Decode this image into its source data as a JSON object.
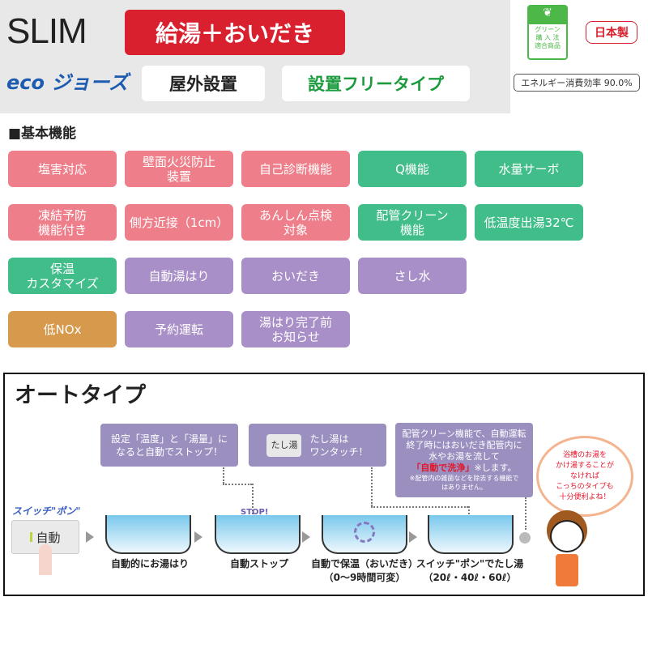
{
  "header": {
    "model": "SLIM",
    "main_badge": "給湯＋おいだき",
    "eco_logo": "eco ジョーズ",
    "install": "屋外設置",
    "free_type_prefix": "設置",
    "free_type_suffix": "フリータイプ",
    "green_label": "グリーン\n購 入 法\n適合商品",
    "made_in": "日本製",
    "efficiency": "エネルギー消費効率 90.0%"
  },
  "features": {
    "title": "■基本機能",
    "items": [
      {
        "label": "塩害対応",
        "color": "pink"
      },
      {
        "label": "壁面火災防止\n装置",
        "color": "pink"
      },
      {
        "label": "自己診断機能",
        "color": "pink"
      },
      {
        "label": "Q機能",
        "color": "green"
      },
      {
        "label": "水量サーボ",
        "color": "green"
      },
      {
        "label": "凍結予防\n機能付き",
        "color": "pink"
      },
      {
        "label": "側方近接（1cm）",
        "color": "pink"
      },
      {
        "label": "あんしん点検\n対象",
        "color": "pink"
      },
      {
        "label": "配管クリーン\n機能",
        "color": "green"
      },
      {
        "label": "低温度出湯32℃",
        "color": "green"
      },
      {
        "label": "保温\nカスタマイズ",
        "color": "green"
      },
      {
        "label": "自動湯はり",
        "color": "purple"
      },
      {
        "label": "おいだき",
        "color": "purple"
      },
      {
        "label": "さし水",
        "color": "purple"
      },
      {
        "label": "低NOx",
        "color": "orange"
      },
      {
        "label": "予約運転",
        "color": "purple"
      },
      {
        "label": "湯はり完了前\nお知らせ",
        "color": "purple"
      }
    ]
  },
  "auto": {
    "title": "オートタイプ",
    "switch_label": "スイッチ\"ポン\"",
    "switch_button": "自動",
    "bubble1": "設定「温度」と「湯量」に\nなると自動でストップ！",
    "bubble2_button": "たし湯",
    "bubble2": "たし湯は\nワンタッチ！",
    "bubble3": "配管クリーン機能で、自動運転\n終了時にはおいだき配管内に\n水やお湯を流して",
    "bubble3_red": "「自動で洗浄」",
    "bubble3_after": "※します。",
    "bubble3_note": "※配管内の雑菌などを除去する機能で\nはありません。",
    "stop": "STOP!",
    "steps": [
      "自動的にお湯はり",
      "自動ストップ",
      "自動で保温（おいだき）\n（0〜9時間可変）",
      "スイッチ\"ポン\"でたし湯\n（20ℓ・40ℓ・60ℓ）"
    ],
    "speech": "浴槽のお湯を\nかけ湯することが\nなければ\nこっちのタイプも\n十分便利よね！"
  }
}
